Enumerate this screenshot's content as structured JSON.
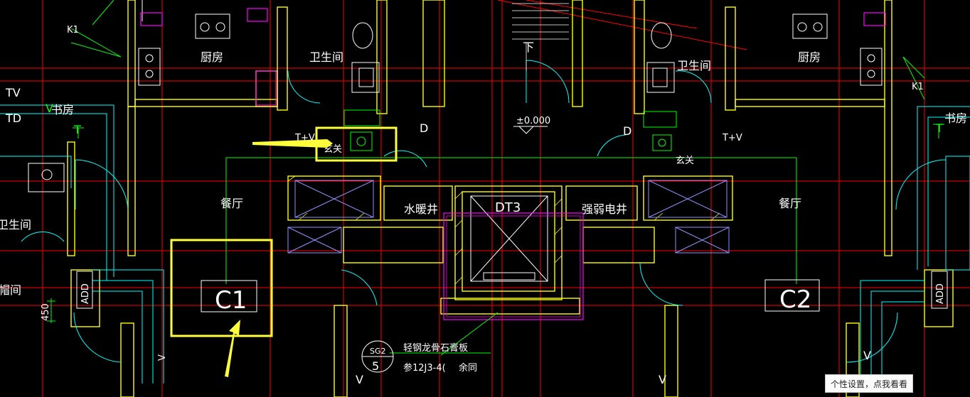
{
  "rooms": {
    "kitchen_left": "厨房",
    "kitchen_right": "厨房",
    "bath_left": "卫生间",
    "bath_right": "卫生间",
    "bath_far_left": "卫生间",
    "study_left": "书房",
    "study_right": "书房",
    "hall_left": "玄关",
    "hall_right": "玄关",
    "dining_left": "餐厅",
    "dining_right": "餐厅",
    "water_shaft": "水暖井",
    "elec_shaft": "强弱电井",
    "elevator": "DT3",
    "partial_left": "帽间"
  },
  "tags": {
    "k1_left": "K1",
    "k1_right": "K1",
    "tv": "TV",
    "td": "TD",
    "v_study": "V",
    "t_left": "T",
    "t_right": "T",
    "tv_left": "T+V",
    "tv_right": "T+V",
    "d_left": "D",
    "d_right": "D",
    "stair_down": "下",
    "elevation": "±0.000",
    "window_c1": "C1",
    "window_c2": "C2",
    "add_left": "ADD",
    "add_right": "ADD",
    "dim_450": "450",
    "v_bottom_left": "V",
    "v_bottom_mid": "V",
    "v_bottom_right": "V",
    "v_lower_left": "V"
  },
  "note": {
    "code_top": "SG2",
    "code_bottom": "5",
    "title": "轻钢龙骨石膏板",
    "ref": "参12J3-4(",
    "rest": "余同"
  },
  "tooltip": "个性设置，点我看看",
  "colors": {
    "wall": "#ffff00",
    "axis": "#ff0000",
    "cyan": "#00ffff",
    "green": "#00ff00",
    "magenta": "#ff00ff",
    "white": "#ffffff",
    "blue": "#5050ff",
    "highlight": "#ffff3c"
  }
}
